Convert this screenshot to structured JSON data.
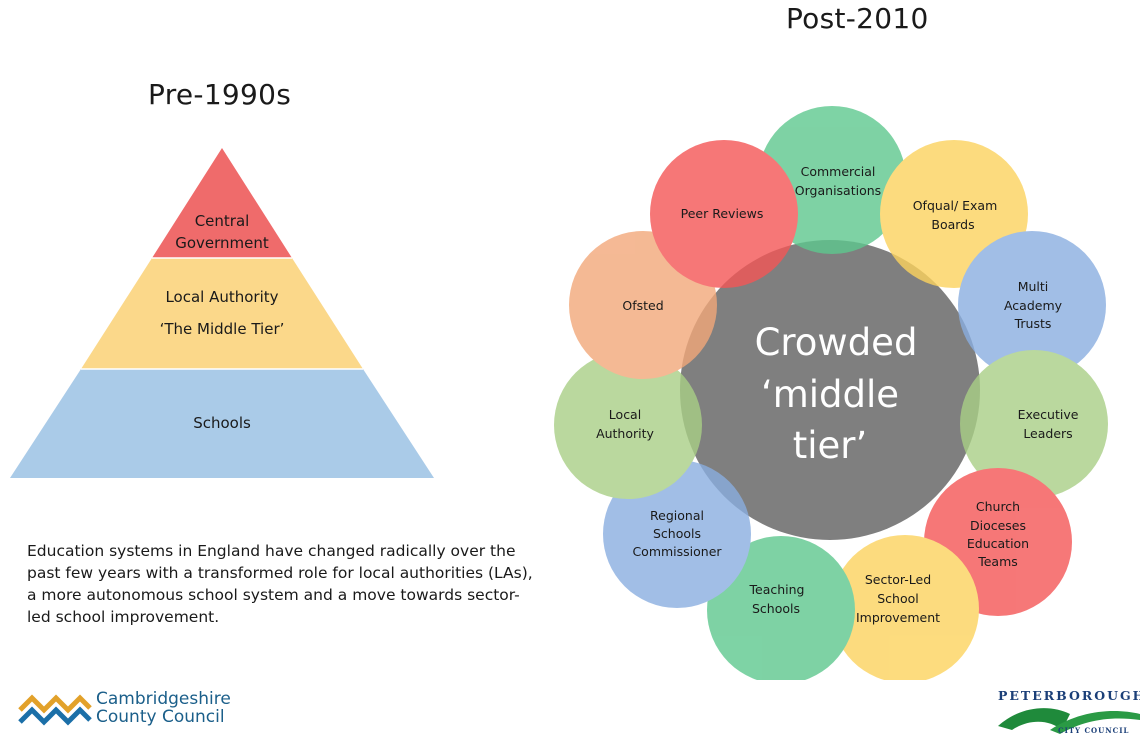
{
  "left_panel": {
    "title": "Pre-1990s",
    "pyramid": {
      "top_line1": "Central",
      "top_line2": "Government",
      "middle_line1": "Local Authority",
      "middle_line2": "‘The Middle Tier’",
      "bottom": "Schools",
      "colors": {
        "top": "#ef6b6b",
        "middle": "#fbd88a",
        "bottom": "#aacbe8"
      }
    },
    "description": "Education systems in England have changed radically over the past few years with a transformed role for local authorities (LAs), a more autonomous school system and a move towards sector-led school improvement."
  },
  "right_panel": {
    "title": "Post-2010",
    "center_line1": "Crowded",
    "center_line2": "‘middle",
    "center_line3": "tier’",
    "center_color": "#7f7f7f",
    "circles": {
      "commercial": {
        "line1": "Commercial",
        "line2": "Organisations",
        "color": "#5ec88e"
      },
      "ofqual": {
        "line1": "Ofqual/ Exam",
        "line2": "Boards",
        "color": "#fcd35e"
      },
      "multi_academy": {
        "line1": "Multi",
        "line2": "Academy",
        "line3": "Trusts",
        "color": "#8aaee0"
      },
      "executive": {
        "line1": "Executive",
        "line2": "Leaders",
        "color": "#a9cf86"
      },
      "church": {
        "line1": "Church",
        "line2": "Dioceses",
        "line3": "Education",
        "line4": "Teams",
        "color": "#f45656"
      },
      "sector_led": {
        "line1": "Sector-Led",
        "line2": "School",
        "line3": "Improvement",
        "color": "#fcd35e"
      },
      "teaching": {
        "line1": "Teaching",
        "line2": "Schools",
        "color": "#5ec88e"
      },
      "regional": {
        "line1": "Regional",
        "line2": "Schools",
        "line3": "Commissioner",
        "color": "#8aaee0"
      },
      "local_authority": {
        "line1": "Local",
        "line2": "Authority",
        "color": "#a9cf86"
      },
      "ofsted": {
        "line1": "Ofsted",
        "color": "#f2a87a"
      },
      "peer_reviews": {
        "line1": "Peer Reviews",
        "color": "#f45656"
      }
    }
  },
  "logos": {
    "cambridgeshire_line1": "Cambridgeshire",
    "cambridgeshire_line2": "County Council",
    "peterborough_name": "PETERBOROUGH",
    "peterborough_sub": "CITY COUNCIL"
  }
}
